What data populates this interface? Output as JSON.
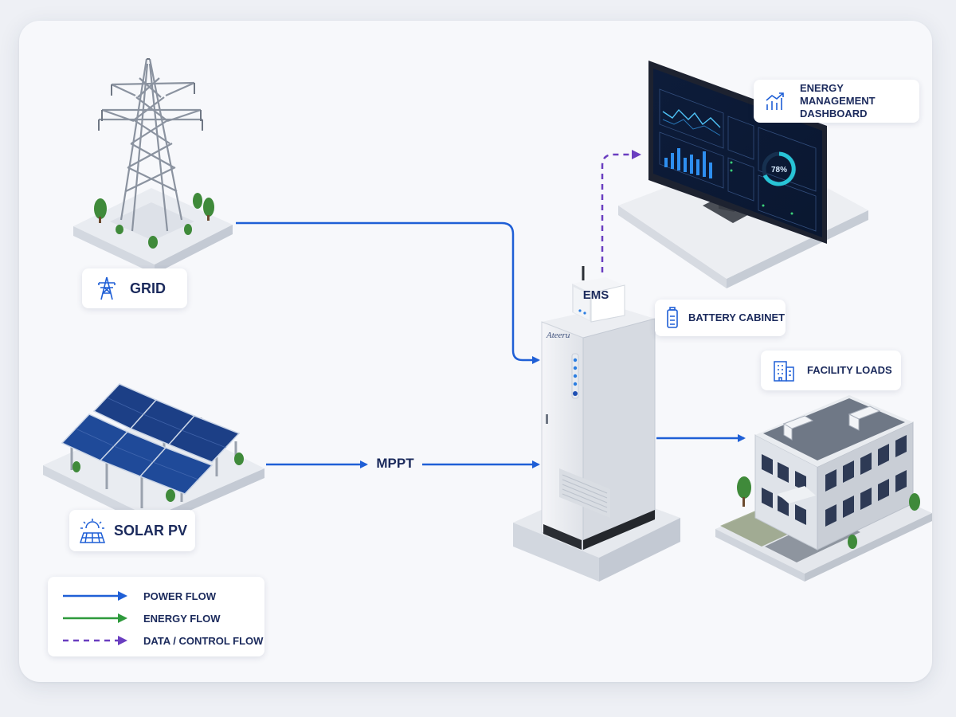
{
  "diagram": {
    "nodes": {
      "grid": {
        "label": "GRID",
        "icon": "transmission-tower-icon"
      },
      "solar": {
        "label": "SOLAR PV",
        "icon": "solar-panel-icon"
      },
      "battery": {
        "label": "BATTERY CABINET",
        "icon": "battery-icon",
        "brand": "Ateeru"
      },
      "ems": {
        "label": "EMS"
      },
      "dashboard": {
        "label": "ENERGY MANAGEMENT DASHBOARD",
        "line1": "ENERGY MANAGEMENT",
        "line2": "DASHBOARD",
        "icon": "chart-icon",
        "gauge_value": "78%"
      },
      "facility": {
        "label": "FACILITY LOADS",
        "icon": "building-icon"
      }
    },
    "connections": [
      {
        "from": "grid",
        "to": "battery",
        "type": "power"
      },
      {
        "from": "solar",
        "to": "battery",
        "type": "power",
        "label": "MPPT"
      },
      {
        "from": "battery",
        "to": "facility",
        "type": "power"
      },
      {
        "from": "ems",
        "to": "dashboard",
        "type": "data"
      }
    ],
    "mppt_label": "MPPT"
  },
  "legend": {
    "items": [
      {
        "label": "POWER FLOW",
        "color": "#1f5fd6",
        "style": "solid"
      },
      {
        "label": "ENERGY FLOW",
        "color": "#2e9a3c",
        "style": "solid"
      },
      {
        "label": "DATA / CONTROL FLOW",
        "color": "#6a3ec0",
        "style": "dashed"
      }
    ]
  },
  "colors": {
    "power": "#1f5fd6",
    "energy": "#2e9a3c",
    "data": "#6a3ec0",
    "text": "#1b2a5c"
  }
}
